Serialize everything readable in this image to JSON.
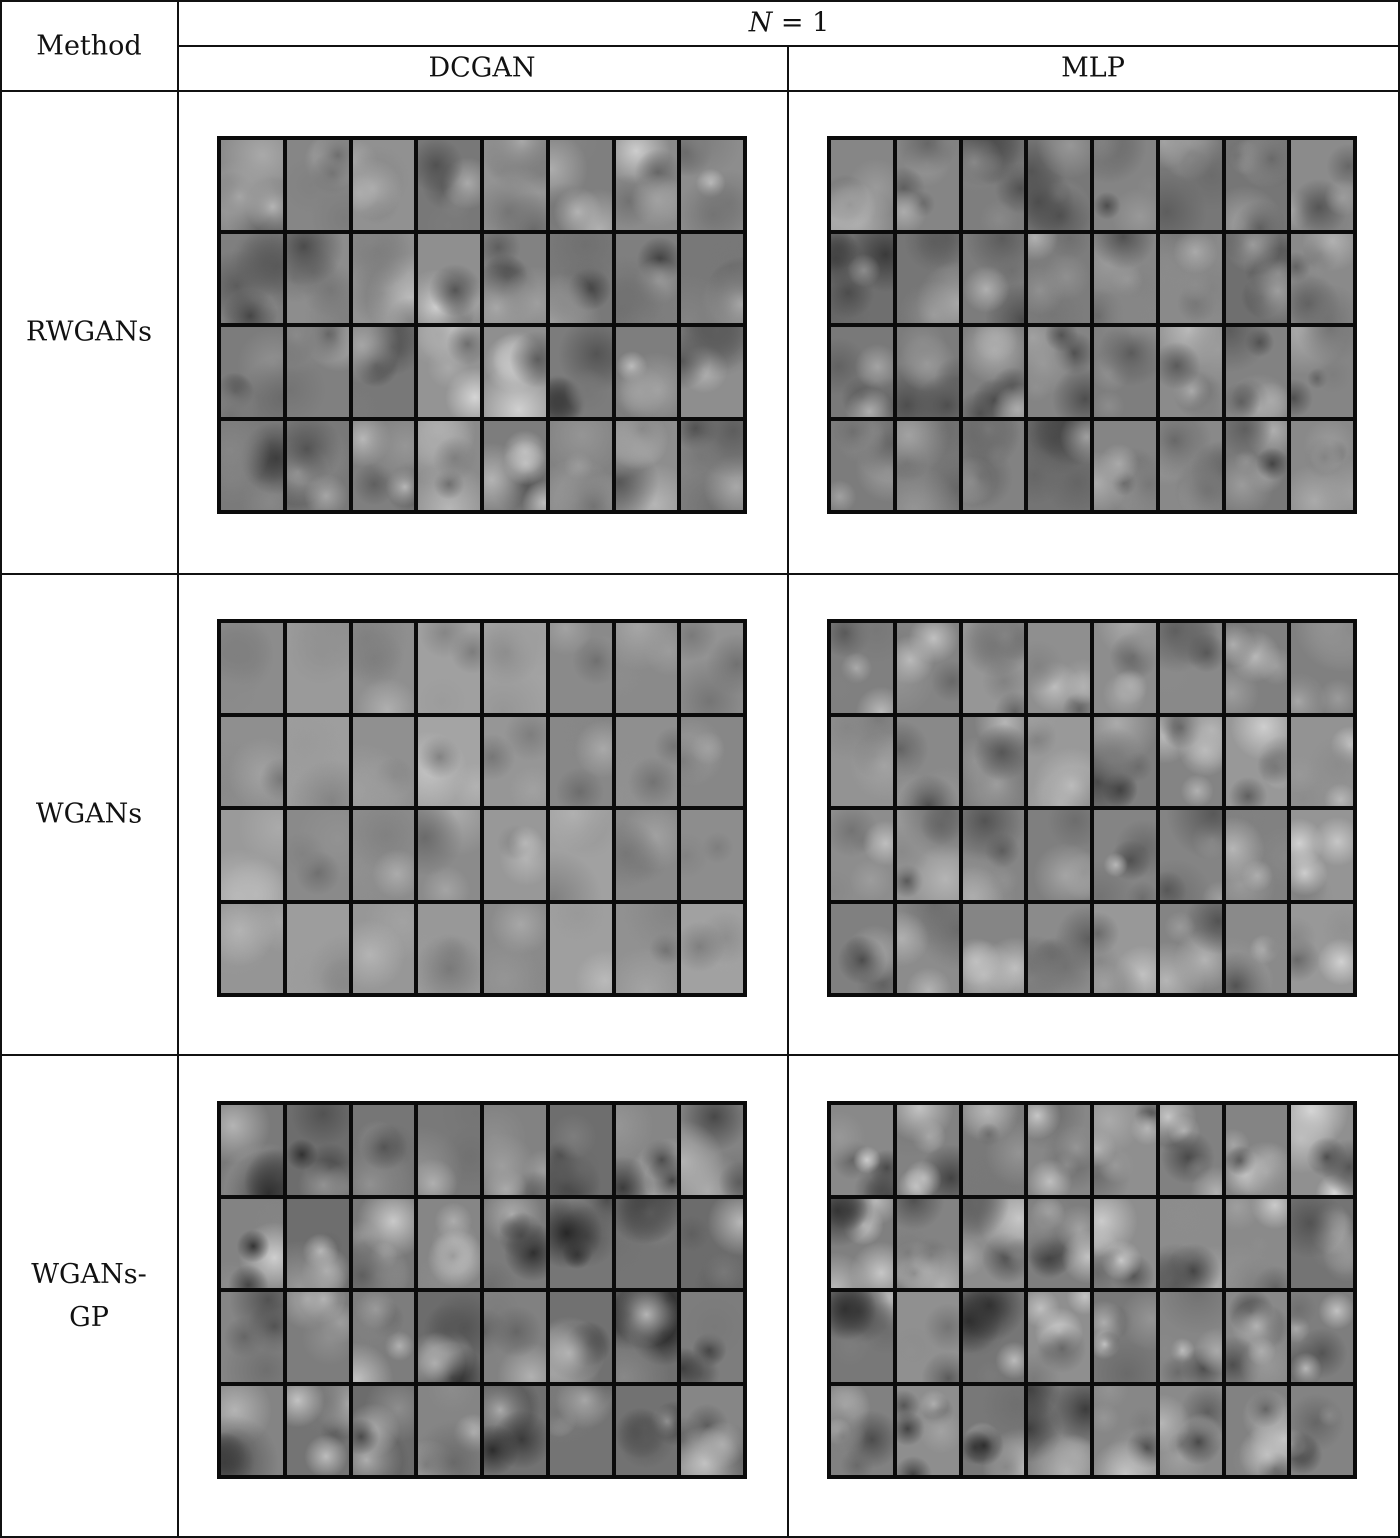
{
  "header": {
    "method_label": "Method",
    "n_label": "N",
    "n_equals": "= 1",
    "columns": [
      "DCGAN",
      "MLP"
    ]
  },
  "rows": [
    {
      "label_lines": [
        "RWGANs"
      ]
    },
    {
      "label_lines": [
        "WGANs"
      ]
    },
    {
      "label_lines": [
        "WGANs-",
        "GP"
      ]
    }
  ],
  "grid_shape": {
    "rows": 4,
    "cols": 8
  },
  "colors": {
    "rule": "#111111",
    "grid_bg": "#0b0b0b",
    "background": "#ffffff"
  }
}
